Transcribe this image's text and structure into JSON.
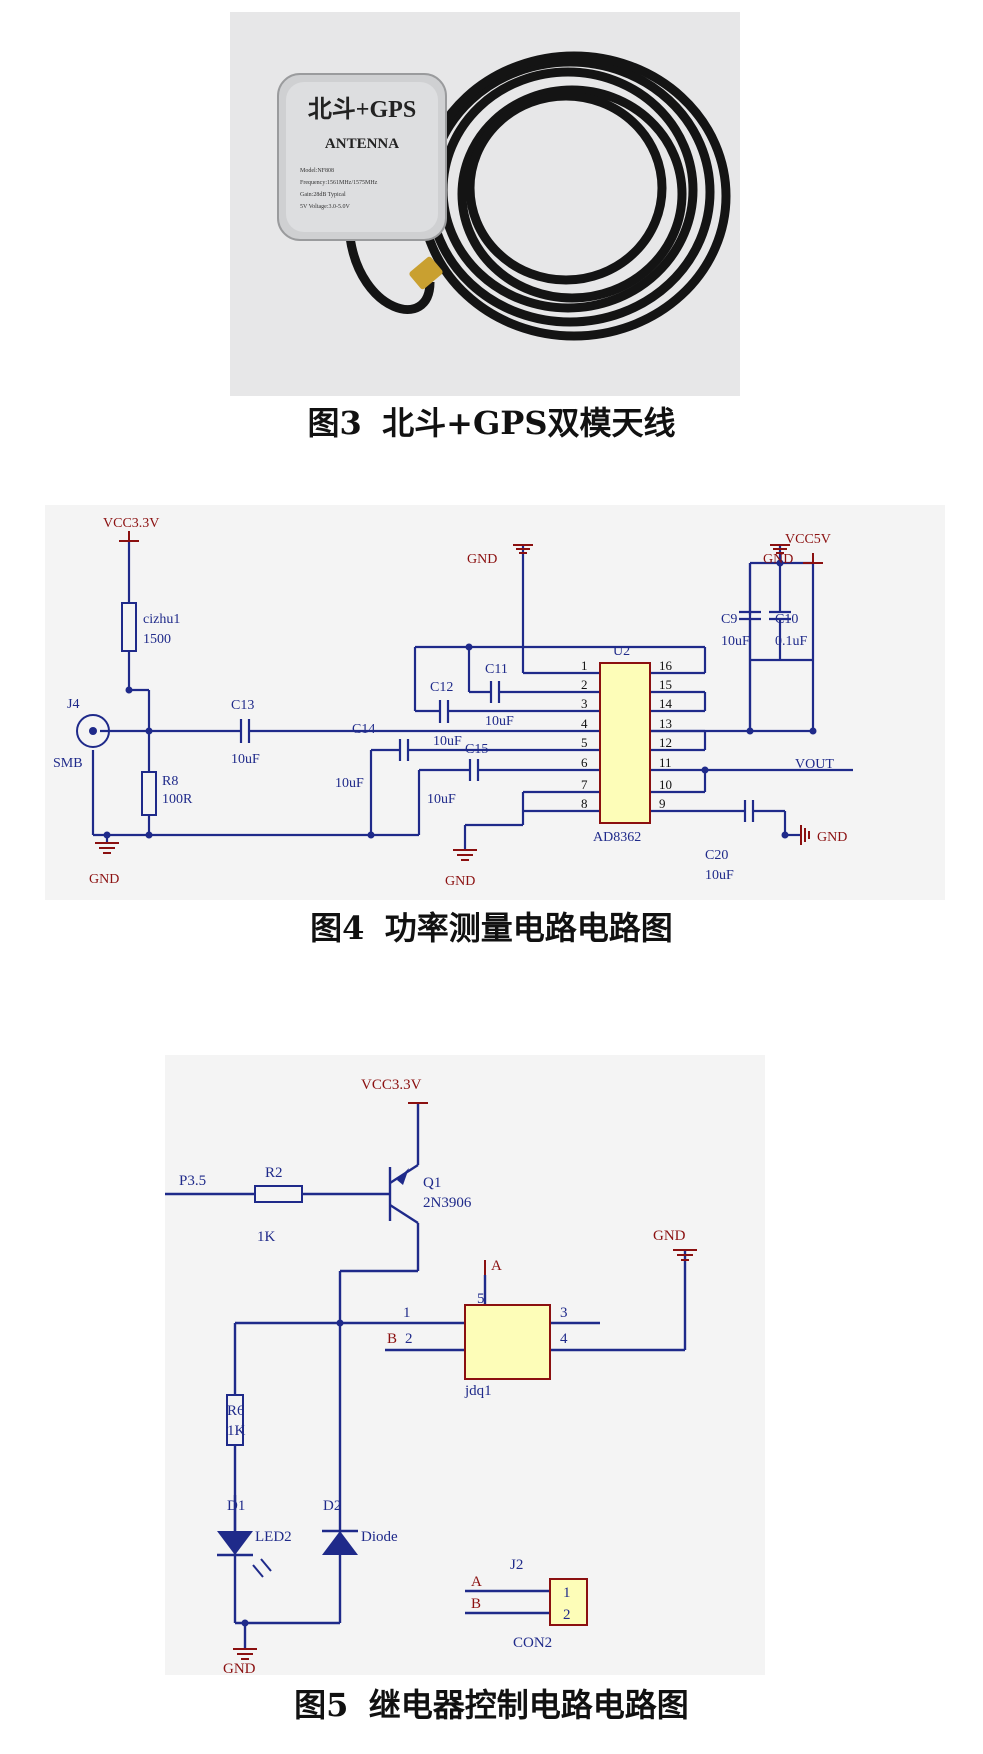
{
  "figure3": {
    "caption_num": "图3",
    "caption_text": "北斗+GPS双模天线",
    "antenna_line1": "北斗+GPS",
    "antenna_line2": "ANTENNA",
    "antenna_small": [
      "Model:NF808",
      "Frequency:1561MHz/1575MHz",
      "Gain:28dB Typical",
      "5V Voltage:3.0-5.0V"
    ]
  },
  "figure4": {
    "caption_num": "图4",
    "caption_text": "功率测量电路电路图",
    "labels": {
      "vcc33": "VCC3.3V",
      "cizhu": "cizhu1",
      "cizhu_val": "1500",
      "j4": "J4",
      "smb": "SMB",
      "r8": "R8",
      "r8_val": "100R",
      "c13": "C13",
      "c13_val": "10uF",
      "gnd": "GND",
      "c12": "C12",
      "c11": "C11",
      "c11_val": "10uF",
      "c12_val": "10uF",
      "c14": "C14",
      "c14_val": "10uF",
      "c15": "C15",
      "c15_val": "10uF",
      "u2": "U2",
      "ad8362": "AD8362",
      "c9": "C9",
      "c9_val": "10uF",
      "c10": "C10",
      "c10_val": "0.1uF",
      "vcc5": "VCC5V",
      "vout": "VOUT",
      "c20": "C20",
      "c20_val": "10uF"
    },
    "pins_left": [
      "1",
      "2",
      "3",
      "4",
      "5",
      "6",
      "7",
      "8"
    ],
    "pins_right": [
      "16",
      "15",
      "14",
      "13",
      "12",
      "11",
      "10",
      "9"
    ]
  },
  "figure5": {
    "caption_num": "图5",
    "caption_text": "继电器控制电路电路图",
    "labels": {
      "vcc33": "VCC3.3V",
      "p35": "P3.5",
      "r2": "R2",
      "r2_val": "1K",
      "q1": "Q1",
      "q1_val": "2N3906",
      "gnd": "GND",
      "a": "A",
      "b": "B",
      "pin5": "5",
      "pin1": "1",
      "pin2": "2",
      "pin3": "3",
      "pin4": "4",
      "jdq": "jdq1",
      "r6": "R6",
      "r6_val": "1K",
      "d1": "D1",
      "led2": "LED2",
      "d2": "D2",
      "diode": "Diode",
      "j2": "J2",
      "con2": "CON2",
      "j2_a": "A",
      "j2_b": "B",
      "j2_p1": "1",
      "j2_p2": "2"
    }
  },
  "colors": {
    "wire": "#1f2a8a",
    "label": "#1f2a8a",
    "power": "#8b1010",
    "chip": "#fdfdb8",
    "chip_border": "#8b1010"
  }
}
